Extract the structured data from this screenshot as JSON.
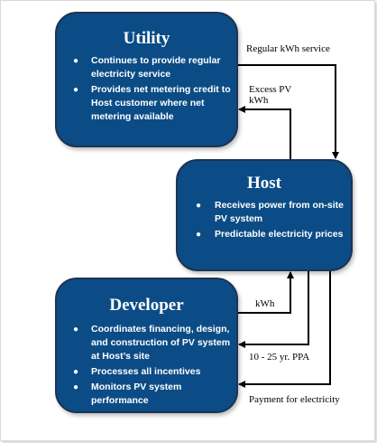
{
  "colors": {
    "box_fill": "#0b4c86",
    "box_border": "#1d3450",
    "box_text": "#ffffff",
    "arrow": "#000000"
  },
  "utility": {
    "title": "Utility",
    "bullets": [
      "Continues to provide regular electricity service",
      "Provides net metering credit to Host customer where net metering available"
    ]
  },
  "host": {
    "title": "Host",
    "bullets": [
      "Receives power from on-site PV system",
      "Predictable electricity prices"
    ]
  },
  "developer": {
    "title": "Developer",
    "bullets": [
      "Coordinates financing, design, and construction of PV system at Host’s site",
      "Processes all incentives",
      "Monitors PV system performance"
    ]
  },
  "flows": {
    "regular_service": "Regular kWh service",
    "excess_pv_line1": "Excess PV",
    "excess_pv_line2": "kWh",
    "kwh": "kWh",
    "ppa": "10 - 25 yr. PPA",
    "payment": "Payment for electricity"
  }
}
